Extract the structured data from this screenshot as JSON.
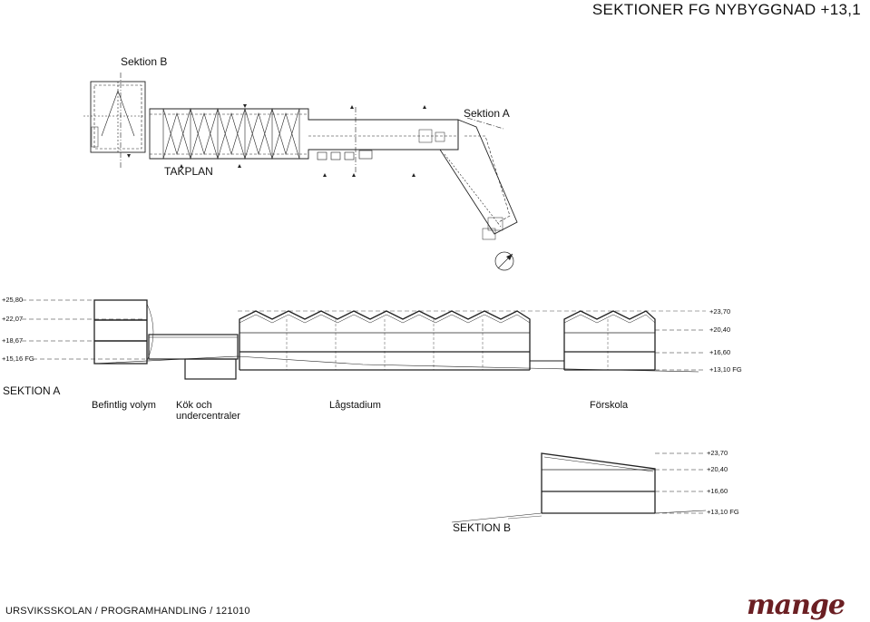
{
  "header": {
    "title": "SEKTIONER FG NYBYGGNAD +13,1"
  },
  "plan": {
    "label_section_b": "Sektion  B",
    "label_section_a": "Sektion  A",
    "label_takplan": "TAKPLAN"
  },
  "section_a": {
    "title": "SEKTION A",
    "levels_left": [
      "+25,80",
      "+22,07",
      "+18,67",
      "+15,16 FG"
    ],
    "levels_right": [
      "+23,70",
      "+20,40",
      "+16,60",
      "+13,10 FG"
    ],
    "zones": {
      "befintlig": "Befintlig volym",
      "kok_line1": "Kök och",
      "kok_line2": "undercentraler",
      "lagstadium": "Lågstadium",
      "forskola": "Förskola"
    }
  },
  "section_b": {
    "title": "SEKTION B",
    "levels": [
      "+23,70",
      "+20,40",
      "+16,60",
      "+13,10 FG"
    ]
  },
  "footer": {
    "text": "URSVIKSSKOLAN / PROGRAMHANDLING / 121010"
  },
  "logo": {
    "text": "mange",
    "color": "#6b1f23"
  }
}
